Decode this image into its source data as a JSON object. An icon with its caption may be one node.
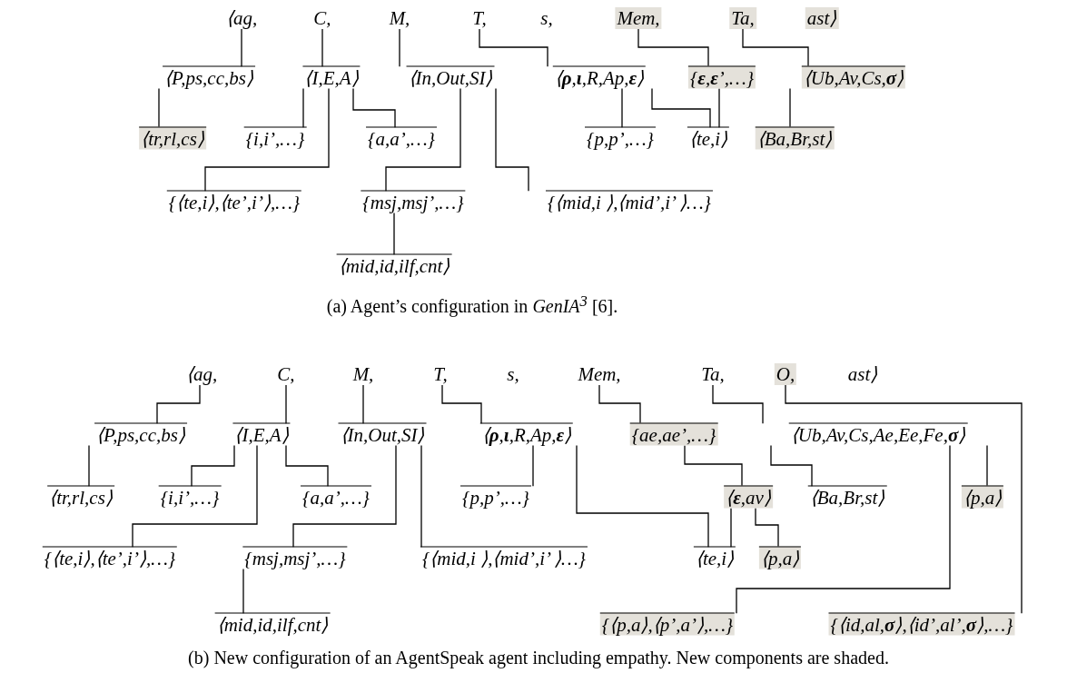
{
  "diagram": {
    "nodes": [
      {
        "text": [
          "⟨ag,"
        ]
      },
      {
        "text": [
          "C,"
        ]
      },
      {
        "text": [
          "M,"
        ]
      },
      {
        "text": [
          "T,"
        ]
      },
      {
        "text": [
          "s,"
        ]
      },
      {
        "text": [
          "Mem,"
        ]
      },
      {
        "text": [
          "Ta,"
        ]
      },
      {
        "text": [
          "ast⟩"
        ]
      },
      {
        "text": [
          "⟨P,ps,cc,bs⟩"
        ]
      },
      {
        "text": [
          "⟨I,E,A⟩"
        ]
      },
      {
        "text": [
          "⟨In,Out,SI⟩"
        ]
      },
      {
        "text": [
          "⟨**ρ**,**ι**,R,Ap,**ε**⟩"
        ]
      },
      {
        "text": [
          "{**ε**,**ε**’,…}"
        ]
      },
      {
        "text": [
          "⟨Ub,Av,Cs,**σ**⟩"
        ]
      },
      {
        "text": [
          "⟨tr,rl,cs⟩"
        ]
      },
      {
        "text": [
          "{i,i’,…}"
        ]
      },
      {
        "text": [
          "{a,a’,…}"
        ]
      },
      {
        "text": [
          "{p,p’,…}"
        ]
      },
      {
        "text": [
          "⟨te,i⟩"
        ]
      },
      {
        "text": [
          "⟨Ba,Br,st⟩"
        ]
      },
      {
        "text": [
          "{⟨te,i⟩,⟨te’,i’⟩,…}"
        ]
      },
      {
        "text": [
          "{msj,msj’,…}"
        ]
      },
      {
        "text": [
          "{⟨mid,i ⟩,⟨mid’,i’ ⟩…}"
        ]
      },
      {
        "text": [
          "⟨mid,id,ilf,cnt⟩"
        ]
      },
      {
        "text": [
          "⟨ag,"
        ]
      },
      {
        "text": [
          "C,"
        ]
      },
      {
        "text": [
          "M,"
        ]
      },
      {
        "text": [
          "T,"
        ]
      },
      {
        "text": [
          "s,"
        ]
      },
      {
        "text": [
          "Mem,"
        ]
      },
      {
        "text": [
          "Ta,"
        ]
      },
      {
        "text": [
          "O,"
        ]
      },
      {
        "text": [
          "ast⟩"
        ]
      },
      {
        "text": [
          "⟨P,ps,cc,bs⟩"
        ]
      },
      {
        "text": [
          "⟨I,E,A⟩"
        ]
      },
      {
        "text": [
          "⟨In,Out,SI⟩"
        ]
      },
      {
        "text": [
          "⟨**ρ**,**ι**,R,Ap,**ε**⟩"
        ]
      },
      {
        "text": [
          "{ae,ae’,…}"
        ]
      },
      {
        "text": [
          "⟨Ub,Av,Cs,Ae,Ee,Fe,**σ**⟩"
        ]
      },
      {
        "text": [
          "⟨tr,rl,cs⟩"
        ]
      },
      {
        "text": [
          "{i,i’,…}"
        ]
      },
      {
        "text": [
          "{a,a’,…}"
        ]
      },
      {
        "text": [
          "{p,p’,…}"
        ]
      },
      {
        "text": [
          "⟨**ε**,av⟩"
        ]
      },
      {
        "text": [
          "⟨Ba,Br,st⟩"
        ]
      },
      {
        "text": [
          "⟨p,a⟩"
        ]
      },
      {
        "text": [
          "{⟨te,i⟩,⟨te’,i’⟩,…}"
        ]
      },
      {
        "text": [
          "{msj,msj’,…}"
        ]
      },
      {
        "text": [
          "{⟨mid,i ⟩,⟨mid’,i’ ⟩…}"
        ]
      },
      {
        "text": [
          "⟨te,i⟩"
        ]
      },
      {
        "text": [
          "⟨p,a⟩"
        ]
      },
      {
        "text": [
          "⟨mid,id,ilf,cnt⟩"
        ]
      },
      {
        "text": [
          "{⟨p,a⟩,⟨p’,a’⟩,…}"
        ]
      },
      {
        "text": [
          "{⟨id,al,**σ**⟩,⟨id’,al’,**σ**⟩,…}"
        ]
      }
    ],
    "edges": [
      {
        "from": 0,
        "to": 8,
        "arrow": "none"
      },
      {
        "from": 1,
        "to": 9,
        "arrow": "none"
      },
      {
        "from": 2,
        "to": 10,
        "arrow": "none"
      },
      {
        "from": 3,
        "to": 11,
        "arrow": "none"
      },
      {
        "from": 5,
        "to": 12,
        "arrow": "none"
      },
      {
        "from": 6,
        "to": 13,
        "arrow": "none"
      },
      {
        "from": 8,
        "to": 14,
        "arrow": "none"
      },
      {
        "from": 9,
        "to": 15,
        "arrow": "none"
      },
      {
        "from": 9,
        "to": 20,
        "arrow": "none"
      },
      {
        "from": 9,
        "to": 16,
        "arrow": "none"
      },
      {
        "from": 10,
        "to": 21,
        "arrow": "none"
      },
      {
        "from": 10,
        "to": 22,
        "arrow": "none"
      },
      {
        "from": 11,
        "to": 17,
        "arrow": "none"
      },
      {
        "from": 11,
        "to": 18,
        "arrow": "none"
      },
      {
        "from": 12,
        "to": 18,
        "arrow": "none"
      },
      {
        "from": 13,
        "to": 19,
        "arrow": "none"
      },
      {
        "from": 21,
        "to": 23,
        "arrow": "none"
      },
      {
        "from": 24,
        "to": 33,
        "arrow": "none"
      },
      {
        "from": 25,
        "to": 34,
        "arrow": "none"
      },
      {
        "from": 26,
        "to": 35,
        "arrow": "none"
      },
      {
        "from": 27,
        "to": 36,
        "arrow": "none"
      },
      {
        "from": 29,
        "to": 37,
        "arrow": "none"
      },
      {
        "from": 30,
        "to": 38,
        "arrow": "none"
      },
      {
        "from": 31,
        "to": 53,
        "arrow": "none"
      },
      {
        "from": 33,
        "to": 39,
        "arrow": "none"
      },
      {
        "from": 34,
        "to": 40,
        "arrow": "none"
      },
      {
        "from": 34,
        "to": 46,
        "arrow": "none"
      },
      {
        "from": 34,
        "to": 41,
        "arrow": "none"
      },
      {
        "from": 35,
        "to": 47,
        "arrow": "none"
      },
      {
        "from": 35,
        "to": 48,
        "arrow": "none"
      },
      {
        "from": 47,
        "to": 51,
        "arrow": "none"
      },
      {
        "from": 36,
        "to": 42,
        "arrow": "none"
      },
      {
        "from": 36,
        "to": 49,
        "arrow": "none"
      },
      {
        "from": 37,
        "to": 43,
        "arrow": "none"
      },
      {
        "from": 43,
        "to": 49,
        "arrow": "none"
      },
      {
        "from": 43,
        "to": 50,
        "arrow": "none"
      },
      {
        "from": 38,
        "to": 44,
        "arrow": "none"
      },
      {
        "from": 38,
        "to": 52,
        "arrow": "none"
      },
      {
        "from": 38,
        "to": 45,
        "arrow": "none"
      }
    ],
    "labels": [
      "(a) Agent’s configuration in *GenIA$^{3}$* [6].",
      "(b) New configuration of an AgentSpeak agent including empathy. New components are shaded."
    ]
  }
}
